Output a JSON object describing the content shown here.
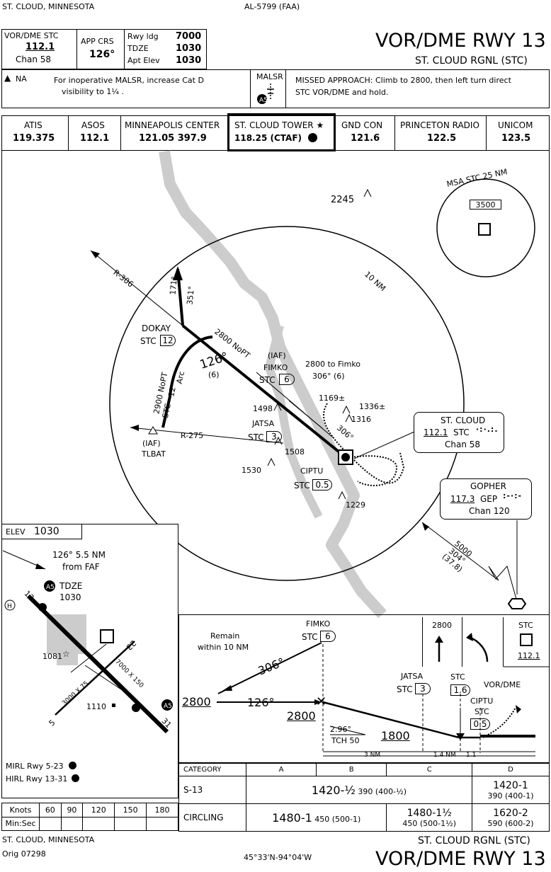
{
  "header": {
    "location_top": "ST. CLOUD, MINNESOTA",
    "chart_id": "AL-5799 (FAA)",
    "title": "VOR/DME RWY 13",
    "airport": "ST. CLOUD RGNL (STC)",
    "nav_label": "VOR/DME  STC",
    "nav_freq": "112.1",
    "nav_chan": "Chan 58",
    "app_crs_label": "APP CRS",
    "app_crs": "126°",
    "rwy_ldg_label": "Rwy ldg",
    "rwy_ldg": "7000",
    "tdze_label": "TDZE",
    "tdze": "1030",
    "apt_elev_label": "Apt Elev",
    "apt_elev": "1030"
  },
  "notes": {
    "na": "NA",
    "malsr_note_1": "For inoperative MALSR, increase Cat D",
    "malsr_note_2": "visibility to 1¼ .",
    "malsr": "MALSR",
    "missed_1": "MISSED APPROACH:  Climb to 2800, then left turn direct",
    "missed_2": "STC VOR/DME and hold."
  },
  "comms": [
    {
      "name": "ATIS",
      "freq": "119.375"
    },
    {
      "name": "ASOS",
      "freq": "112.1"
    },
    {
      "name": "MINNEAPOLIS CENTER",
      "freq": "121.05  397.9"
    },
    {
      "name": "ST. CLOUD TOWER ★",
      "freq": "118.25 (CTAF)"
    },
    {
      "name": "GND CON",
      "freq": "121.6"
    },
    {
      "name": "PRINCETON RADIO",
      "freq": "122.5"
    },
    {
      "name": "UNICOM",
      "freq": "123.5"
    }
  ],
  "plan": {
    "msa_label": "MSA STC 25 NM",
    "msa_alt": "3500",
    "ring_label": "10 NM",
    "elev_2245": "2245",
    "r306": "R-306",
    "c171": "171°",
    "c351": "351°",
    "dokay": "DOKAY",
    "dokay_stc": "STC",
    "dokay_dme": "12",
    "noPT": "2800 NoPT",
    "c126": "126°",
    "six": "(6)",
    "arc_label": "2900 NoPT",
    "arc_stc": "STC",
    "arc_dme": "12",
    "arc_word": "Arc",
    "iaf1": "(IAF)",
    "fimko": "FIMKO",
    "fimko_stc": "STC",
    "fimko_dme": "6",
    "to_fimko_1": "2800 to Fimko",
    "to_fimko_2": "306°  (6)",
    "e1169": "1169±",
    "e1336": "1336±",
    "e1316": "1316",
    "e1498": "1498",
    "jatsa": "JATSA",
    "jatsa_stc": "STC",
    "jatsa_dme": "3",
    "e1508": "1508",
    "c306": "306°",
    "r275": "R-275",
    "iaf2": "(IAF)",
    "tlbat": "TLBAT",
    "e1530": "1530",
    "ciptu": "CIPTU",
    "ciptu_stc": "STC",
    "ciptu_dme": "0.5",
    "e1229": "1229",
    "vor_name": "ST. CLOUD",
    "vor_freq": "112.1",
    "vor_id": "STC",
    "vor_chan": "Chan 58",
    "gep_name": "GOPHER",
    "gep_freq": "117.3",
    "gep_id": "GEP",
    "gep_chan": "Chan 120",
    "route_5000": "5000",
    "route_304": "304°",
    "route_378": "(37.8)"
  },
  "airport_diagram": {
    "elev_label": "ELEV",
    "elev": "1030",
    "from_faf_1": "126° 5.5 NM",
    "from_faf_2": "from FAF",
    "tdze_label": "TDZE",
    "tdze": "1030",
    "rwy13": "13",
    "rwy31": "31",
    "rwy5": "5",
    "rwy23": "23",
    "dim1": "3000 X 75",
    "dim2": "7000 X 150",
    "e1081": "1081",
    "e1110": "1110",
    "mirl": "MIRL Rwy 5-23",
    "hirl": "HIRL Rwy 13-31"
  },
  "profile": {
    "remain_1": "Remain",
    "remain_2": "within 10 NM",
    "fimko": "FIMKO",
    "fimko_stc": "STC",
    "fimko_dme": "6",
    "c306": "306°",
    "alt_2800_left": "2800",
    "c126": "126°",
    "alt_2800_faf": "2800",
    "gs": "2.96°",
    "tch": "TCH 50",
    "alt_1800": "1800",
    "jatsa": "JATSA",
    "jatsa_stc": "STC",
    "jatsa_dme": "3",
    "stc": "STC",
    "stc_dme": "1.6",
    "ciptu": "CIPTU",
    "ciptu_stc": "STC",
    "ciptu_dme": "0.5",
    "vordme": "VOR/DME",
    "d3nm": "3 NM",
    "d14nm": "1.4 NM",
    "d11": "1.1",
    "ma_alt": "2800",
    "ma_stc": "STC",
    "ma_freq": "112.1"
  },
  "minimums": {
    "category_label": "CATEGORY",
    "cats": [
      "A",
      "B",
      "C",
      "D"
    ],
    "s13_label": "S-13",
    "s13_abc_main": "1420-½",
    "s13_abc_sub": "390 (400-½)",
    "s13_d_main": "1420-1",
    "s13_d_sub": "390 (400-1)",
    "circ_label": "CIRCLING",
    "circ_ab_main": "1480-1",
    "circ_ab_sub": "450 (500-1)",
    "circ_c_main": "1480-1½",
    "circ_c_sub": "450 (500-1½)",
    "circ_d_main": "1620-2",
    "circ_d_sub": "590 (600-2)"
  },
  "timing": {
    "knots_label": "Knots",
    "minsec_label": "Min:Sec",
    "speeds": [
      "60",
      "90",
      "120",
      "150",
      "180"
    ]
  },
  "footer": {
    "location": "ST. CLOUD, MINNESOTA",
    "orig": "Orig  07298",
    "coords": "45°33'N-94°04'W",
    "airport": "ST. CLOUD RGNL (STC)",
    "title": "VOR/DME RWY 13"
  }
}
